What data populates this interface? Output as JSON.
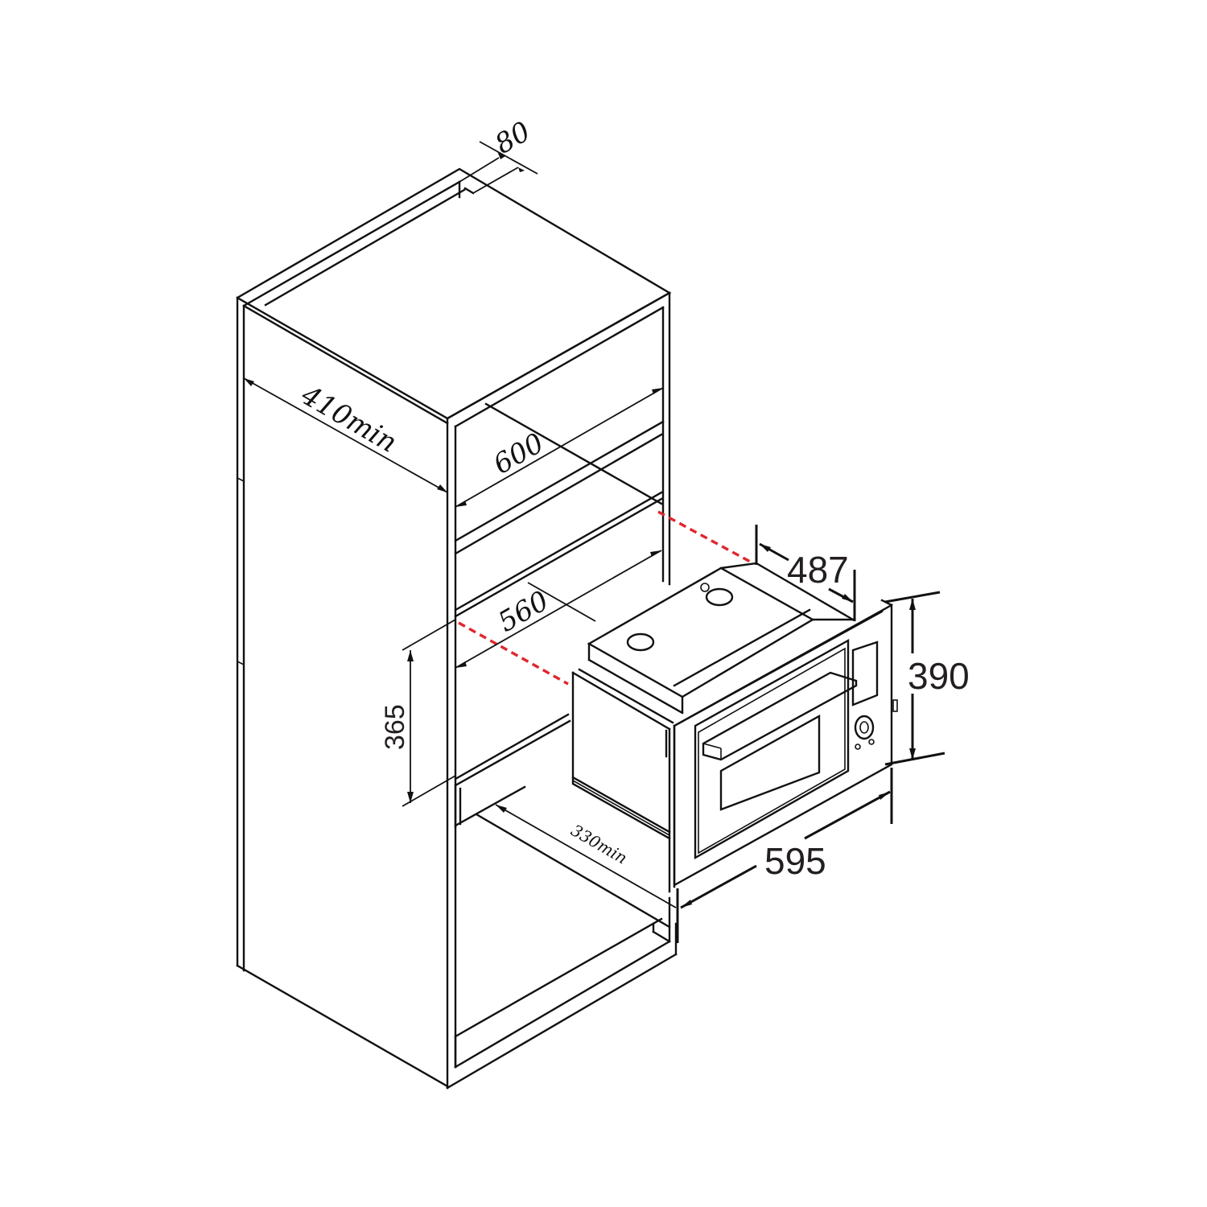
{
  "diagram": {
    "type": "built-in appliance installation diagram",
    "subject": "Built-in oven / microwave in tall column cabinet",
    "colors": {
      "line": "#111111",
      "alignment_guide": "#e0262c",
      "background": "#ffffff"
    },
    "cabinet_dimensions": {
      "rear_gap": "80",
      "side_depth_min": "410min",
      "cabinet_width": "600",
      "niche_width": "560",
      "niche_height": "365",
      "base_depth_min": "330min"
    },
    "appliance_dimensions": {
      "depth": "487",
      "front_height": "390",
      "front_width": "595"
    },
    "units": "mm"
  }
}
